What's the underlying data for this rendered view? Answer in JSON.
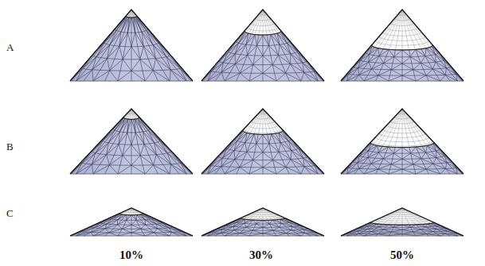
{
  "diagram": {
    "labels": [
      "A",
      "B",
      "C",
      "10%",
      "30%",
      "50%"
    ]
  }
}
